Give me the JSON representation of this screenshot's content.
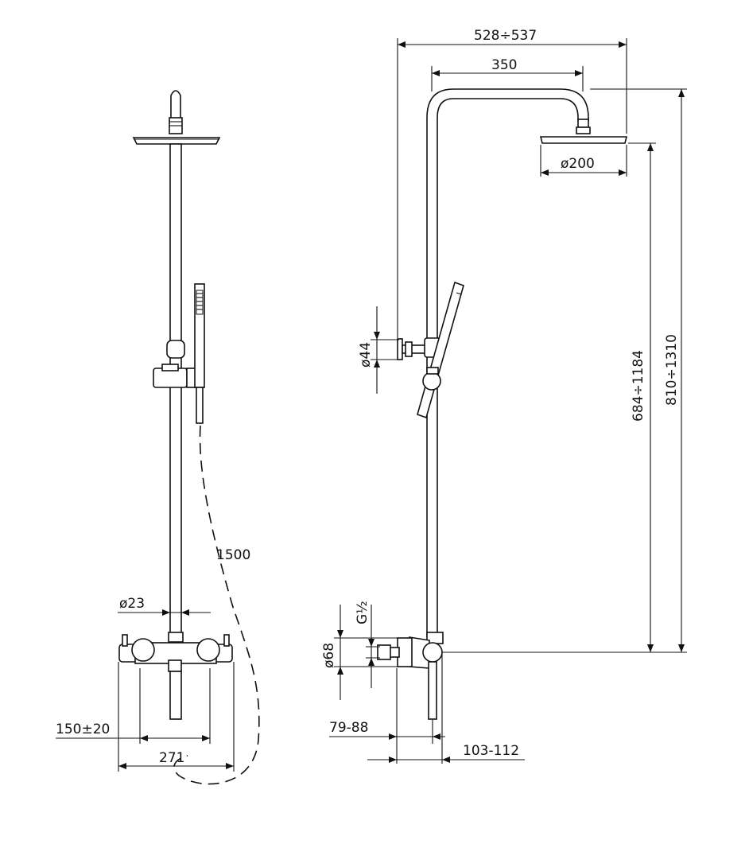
{
  "front_view": {
    "hose_length": "1500",
    "pipe_diameter": "ø23",
    "inlet_spacing": "150±20",
    "mixer_width": "271"
  },
  "side_view": {
    "total_width": "528÷537",
    "arm_length": "350",
    "head_diameter": "ø200",
    "rail_height": "684÷1184",
    "total_height": "810÷1310",
    "bracket_diameter": "ø44",
    "mixer_diameter": "ø68",
    "thread": "G½",
    "wall_offset_1": "79-88",
    "wall_offset_2": "103-112"
  }
}
